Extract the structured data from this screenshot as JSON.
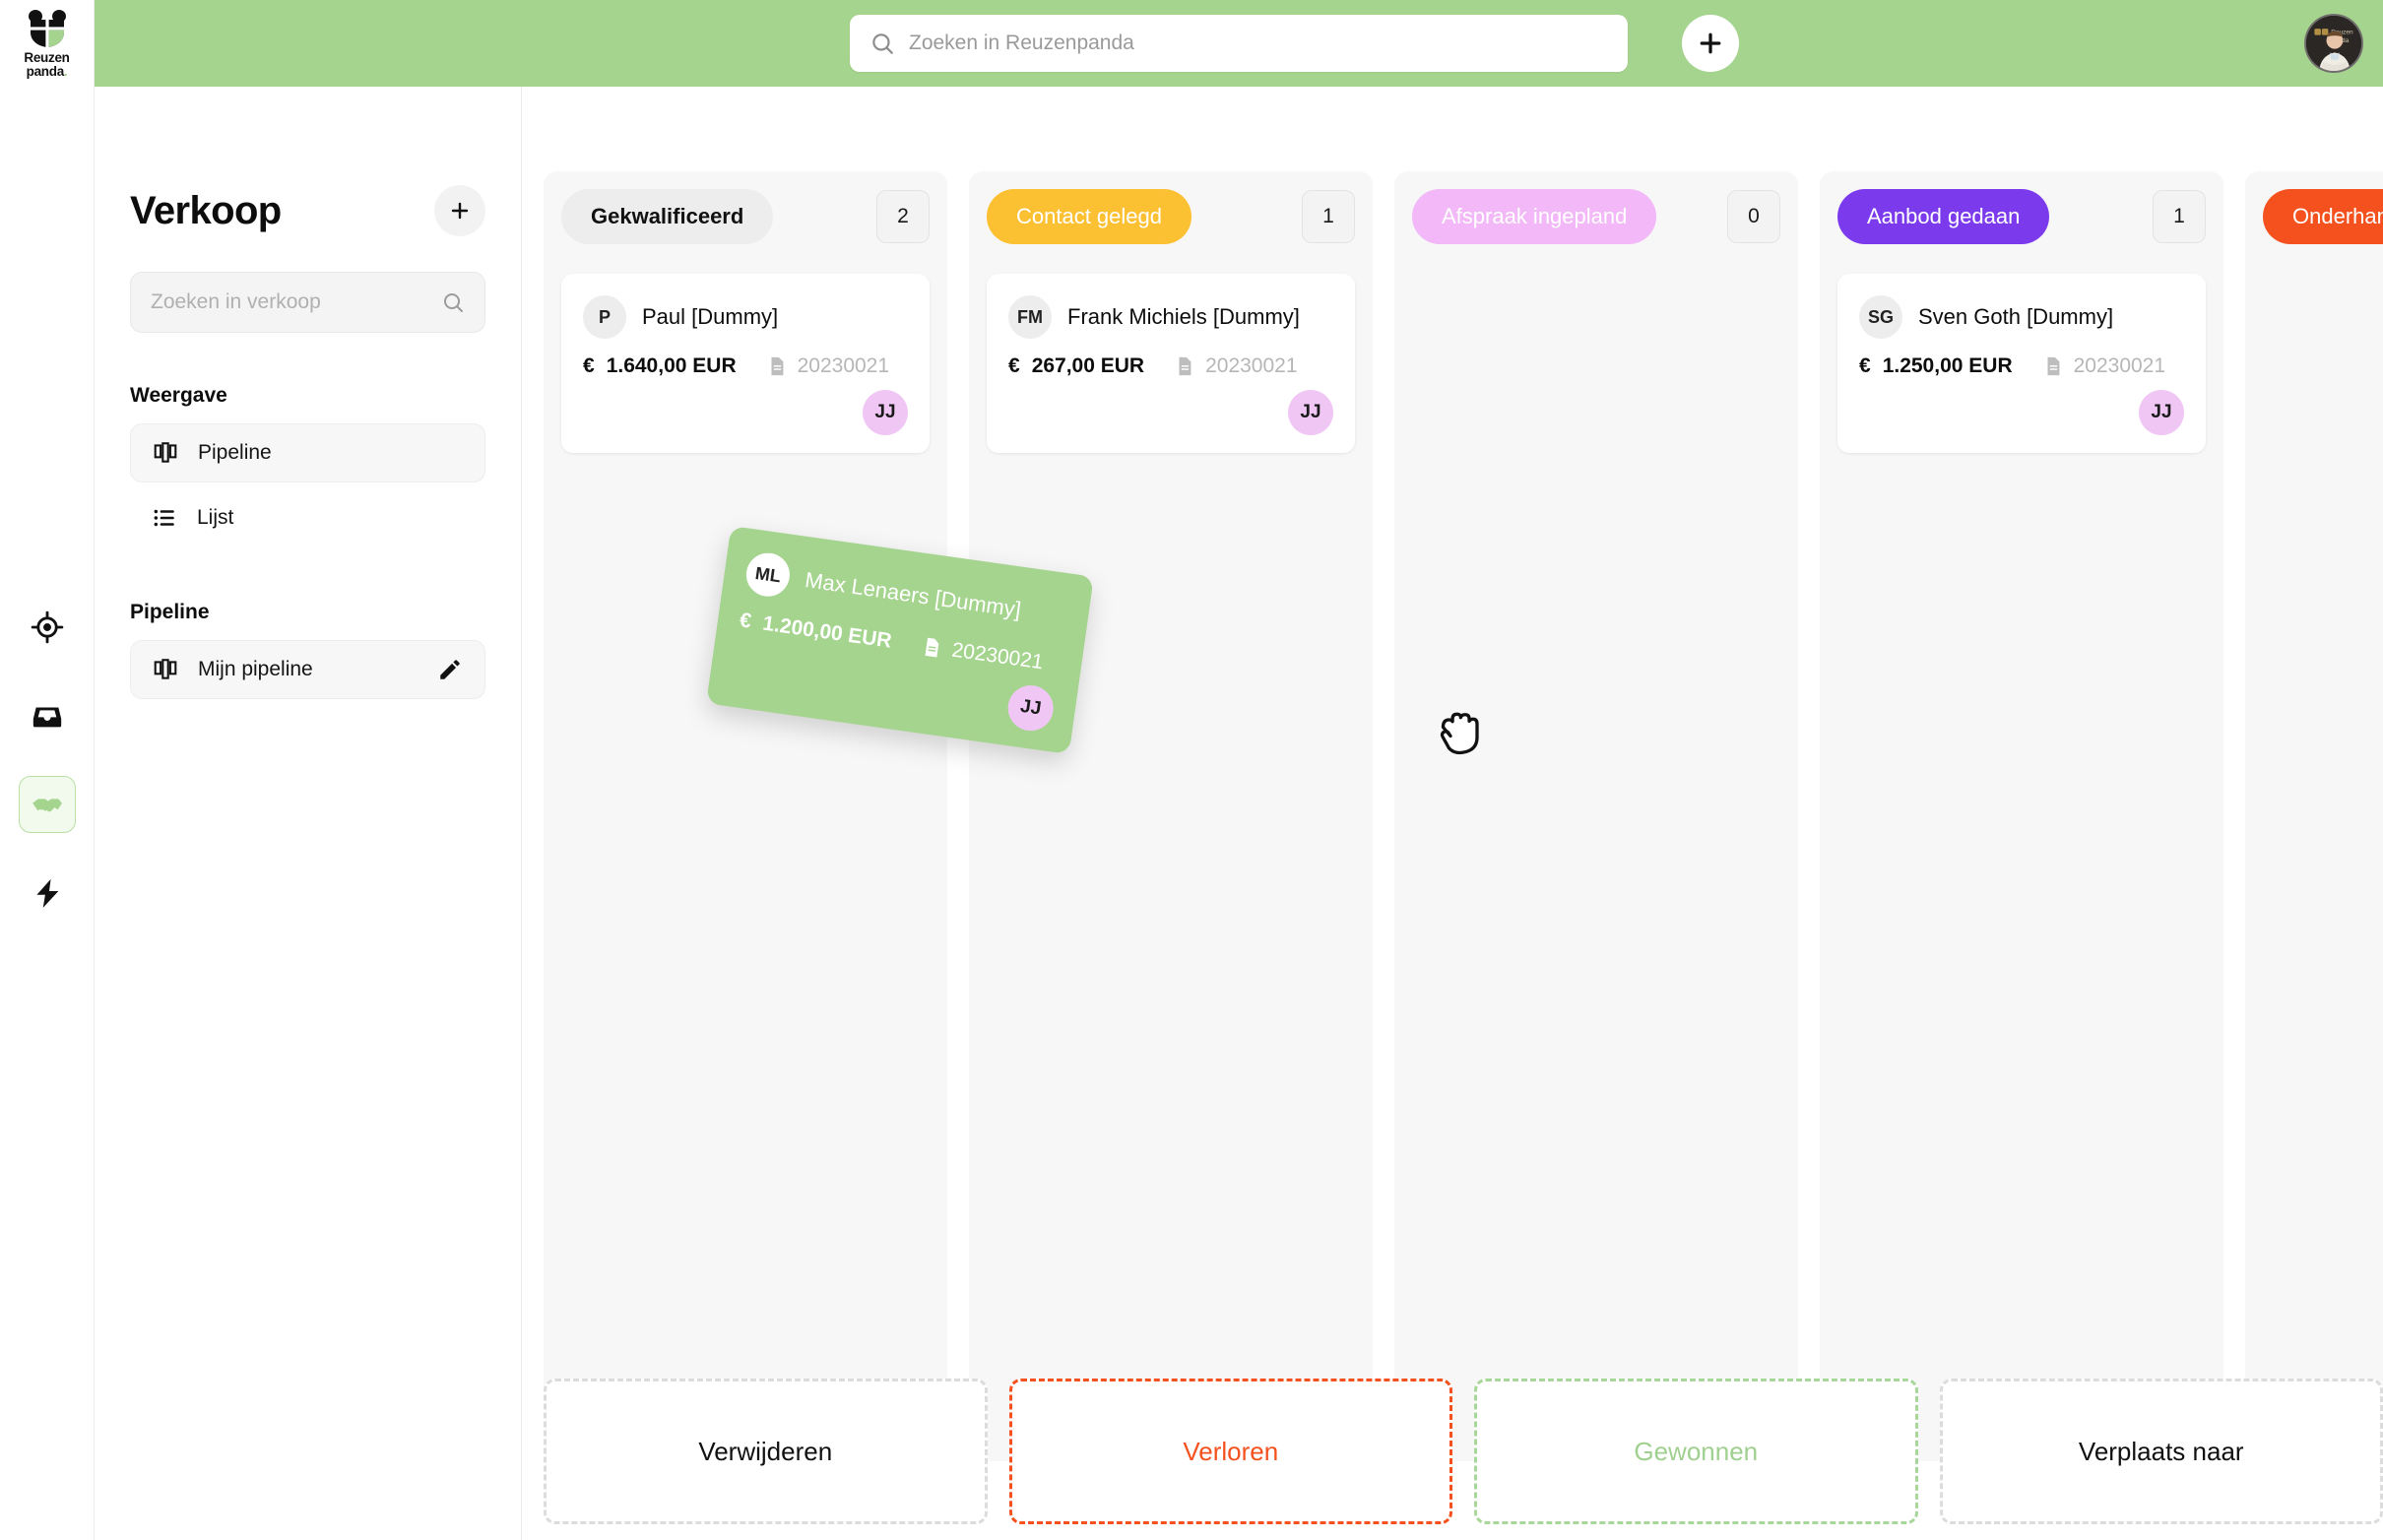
{
  "brand": {
    "name_line1": "Reuzen",
    "name_line2": "panda",
    "dot": ".",
    "accent_green": "#a5d48e"
  },
  "topbar": {
    "search_placeholder": "Zoeken in Reuzenpanda",
    "search_value": "",
    "search_icon": "search-icon",
    "add_button_label": "+",
    "avatar_label": ""
  },
  "rail": {
    "items": [
      {
        "icon": "target-icon",
        "active": false
      },
      {
        "icon": "inbox-icon",
        "active": false
      },
      {
        "icon": "handshake-icon",
        "active": true
      },
      {
        "icon": "lightning-icon",
        "active": false
      }
    ]
  },
  "leftpanel": {
    "title": "Verkoop",
    "add_label": "+",
    "search_placeholder": "Zoeken in verkoop",
    "search_value": "",
    "sections": [
      {
        "title": "Weergave",
        "items": [
          {
            "label": "Pipeline",
            "icon": "board-icon",
            "active": true
          },
          {
            "label": "Lijst",
            "icon": "list-icon",
            "active": false
          }
        ]
      },
      {
        "title": "Pipeline",
        "items": [
          {
            "label": "Mijn pipeline",
            "icon": "board-icon",
            "active": true,
            "edit_icon": "pencil-icon"
          }
        ]
      }
    ],
    "collapse_icon": "collapse-sidebar-icon"
  },
  "board": {
    "columns": [
      {
        "name": "Gekwalificeerd",
        "count": "2",
        "pill_style": "neutral",
        "pill_bg": "#ededed",
        "pill_color": "#111111",
        "cards": [
          {
            "initials": "P",
            "name": "Paul [Dummy]",
            "currency": "€",
            "amount": "1.640,00 EUR",
            "doc_icon": "document-icon",
            "doc_number": "20230021",
            "owner": "JJ"
          }
        ]
      },
      {
        "name": "Contact gelegd",
        "count": "1",
        "pill_style": "color",
        "pill_bg": "#fcc033",
        "pill_color": "#ffffff",
        "cards": [
          {
            "initials": "FM",
            "name": "Frank Michiels [Dummy]",
            "currency": "€",
            "amount": "267,00 EUR",
            "doc_icon": "document-icon",
            "doc_number": "20230021",
            "owner": "JJ"
          }
        ]
      },
      {
        "name": "Afspraak ingepland",
        "count": "0",
        "pill_style": "color",
        "pill_bg": "#f2b8f7",
        "pill_color": "#ffffff",
        "cards": []
      },
      {
        "name": "Aanbod gedaan",
        "count": "1",
        "pill_style": "color",
        "pill_bg": "#7c3aed",
        "pill_color": "#ffffff",
        "cards": [
          {
            "initials": "SG",
            "name": "Sven Goth [Dummy]",
            "currency": "€",
            "amount": "1.250,00 EUR",
            "doc_icon": "document-icon",
            "doc_number": "20230021",
            "owner": "JJ"
          }
        ]
      },
      {
        "name": "Onderhandeling",
        "count": "",
        "pill_style": "color",
        "pill_bg": "#f4511e",
        "pill_color": "#ffffff",
        "cards": []
      }
    ],
    "dragging_card": {
      "initials": "ML",
      "name": "Max Lenaers [Dummy]",
      "currency": "€",
      "amount": "1.200,00 EUR",
      "doc_icon": "document-icon",
      "doc_number": "20230021",
      "owner": "JJ",
      "cursor_icon": "grabbing-hand-cursor",
      "bg": "#a5d48e"
    },
    "dropzones": [
      {
        "label": "Verwijderen",
        "style": "grey"
      },
      {
        "label": "Verloren",
        "style": "orange"
      },
      {
        "label": "Gewonnen",
        "style": "green"
      },
      {
        "label": "Verplaats naar",
        "style": "grey"
      }
    ]
  }
}
